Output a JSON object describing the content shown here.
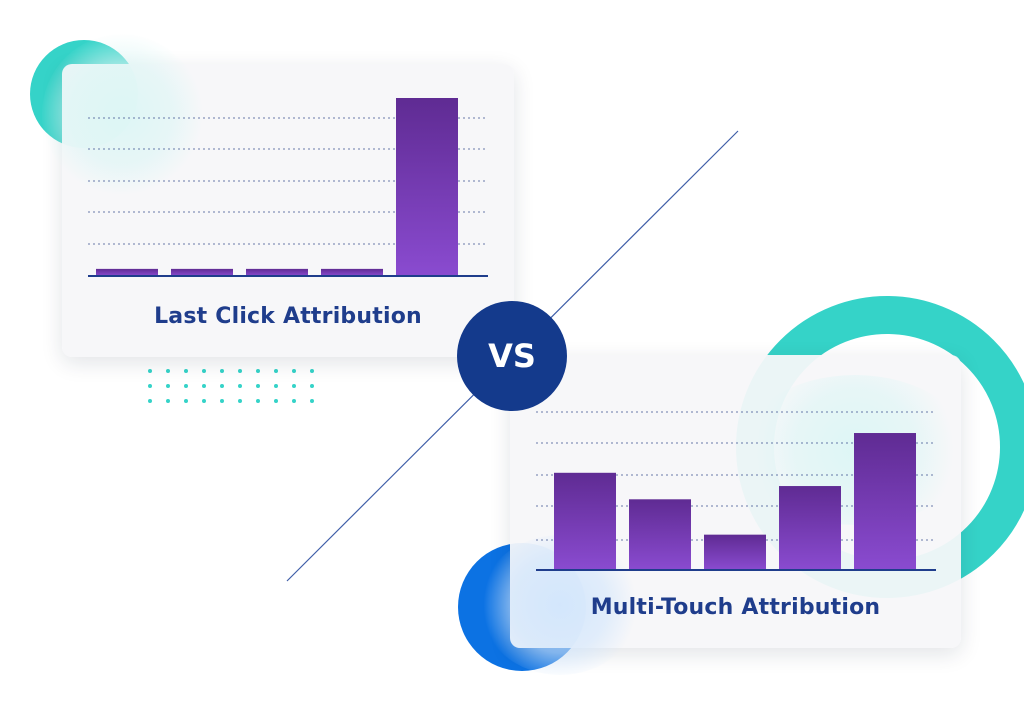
{
  "vs_label": "VS",
  "colors": {
    "teal": "#35d3c8",
    "blue": "#0c72e3",
    "navy": "#143a8c",
    "title": "#1f3d8c",
    "bar_top": "#5f2b93",
    "bar_bottom": "#8a4bd0"
  },
  "chart_data": [
    {
      "type": "bar",
      "title": "Last Click Attribution",
      "categories": [
        "",
        "",
        "",
        "",
        ""
      ],
      "values": [
        4,
        4,
        4,
        4,
        100
      ],
      "ylim": [
        0,
        100
      ],
      "grid": true,
      "xlabel": "",
      "ylabel": ""
    },
    {
      "type": "bar",
      "title": "Multi-Touch Attribution",
      "categories": [
        "",
        "",
        "",
        "",
        ""
      ],
      "values": [
        22,
        16,
        8,
        19,
        31
      ],
      "ylim": [
        0,
        43
      ],
      "grid": true,
      "xlabel": "",
      "ylabel": ""
    }
  ]
}
